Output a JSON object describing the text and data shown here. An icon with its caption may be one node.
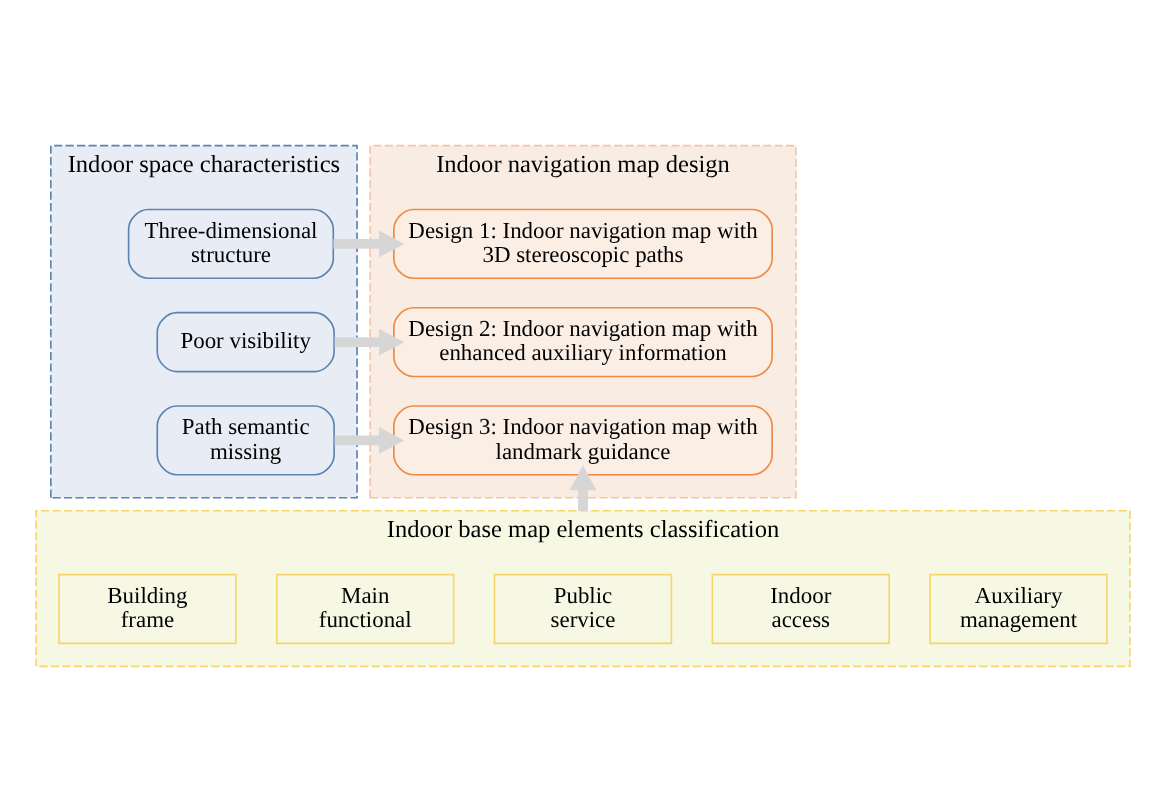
{
  "diagram": {
    "nodes": [
      {
        "text": [
          "Indoor space characteristics"
        ]
      },
      {
        "text": [
          "Three-dimensional structure"
        ],
        "in": 0
      },
      {
        "text": [
          "Poor visibility"
        ],
        "in": 0
      },
      {
        "text": [
          "Path semantic missing"
        ],
        "in": 0
      },
      {
        "text": [
          "Indoor navigation map design"
        ]
      },
      {
        "text": [
          "Design 1: Indoor navigation map with 3D stereoscopic paths"
        ],
        "in": 4
      },
      {
        "text": [
          "Design 2: Indoor navigation map with enhanced auxiliary information"
        ],
        "in": 4
      },
      {
        "text": [
          "Design 3: Indoor navigation map with landmark guidance"
        ],
        "in": 4
      },
      {
        "text": [
          "Indoor base map elements classification"
        ]
      },
      {
        "text": [
          "Building frame"
        ],
        "in": 8
      },
      {
        "text": [
          "Main functional"
        ],
        "in": 8
      },
      {
        "text": [
          "Public service"
        ],
        "in": 8
      },
      {
        "text": [
          "Indoor access"
        ],
        "in": 8
      },
      {
        "text": [
          "Auxiliary management"
        ],
        "in": 8
      }
    ],
    "edges": [
      {
        "from": 1,
        "to": 5,
        "arrow": "to"
      },
      {
        "from": 2,
        "to": 6,
        "arrow": "to"
      },
      {
        "from": 3,
        "to": 7,
        "arrow": "to"
      },
      {
        "from": 8,
        "to": 7,
        "arrow": "to"
      }
    ]
  }
}
